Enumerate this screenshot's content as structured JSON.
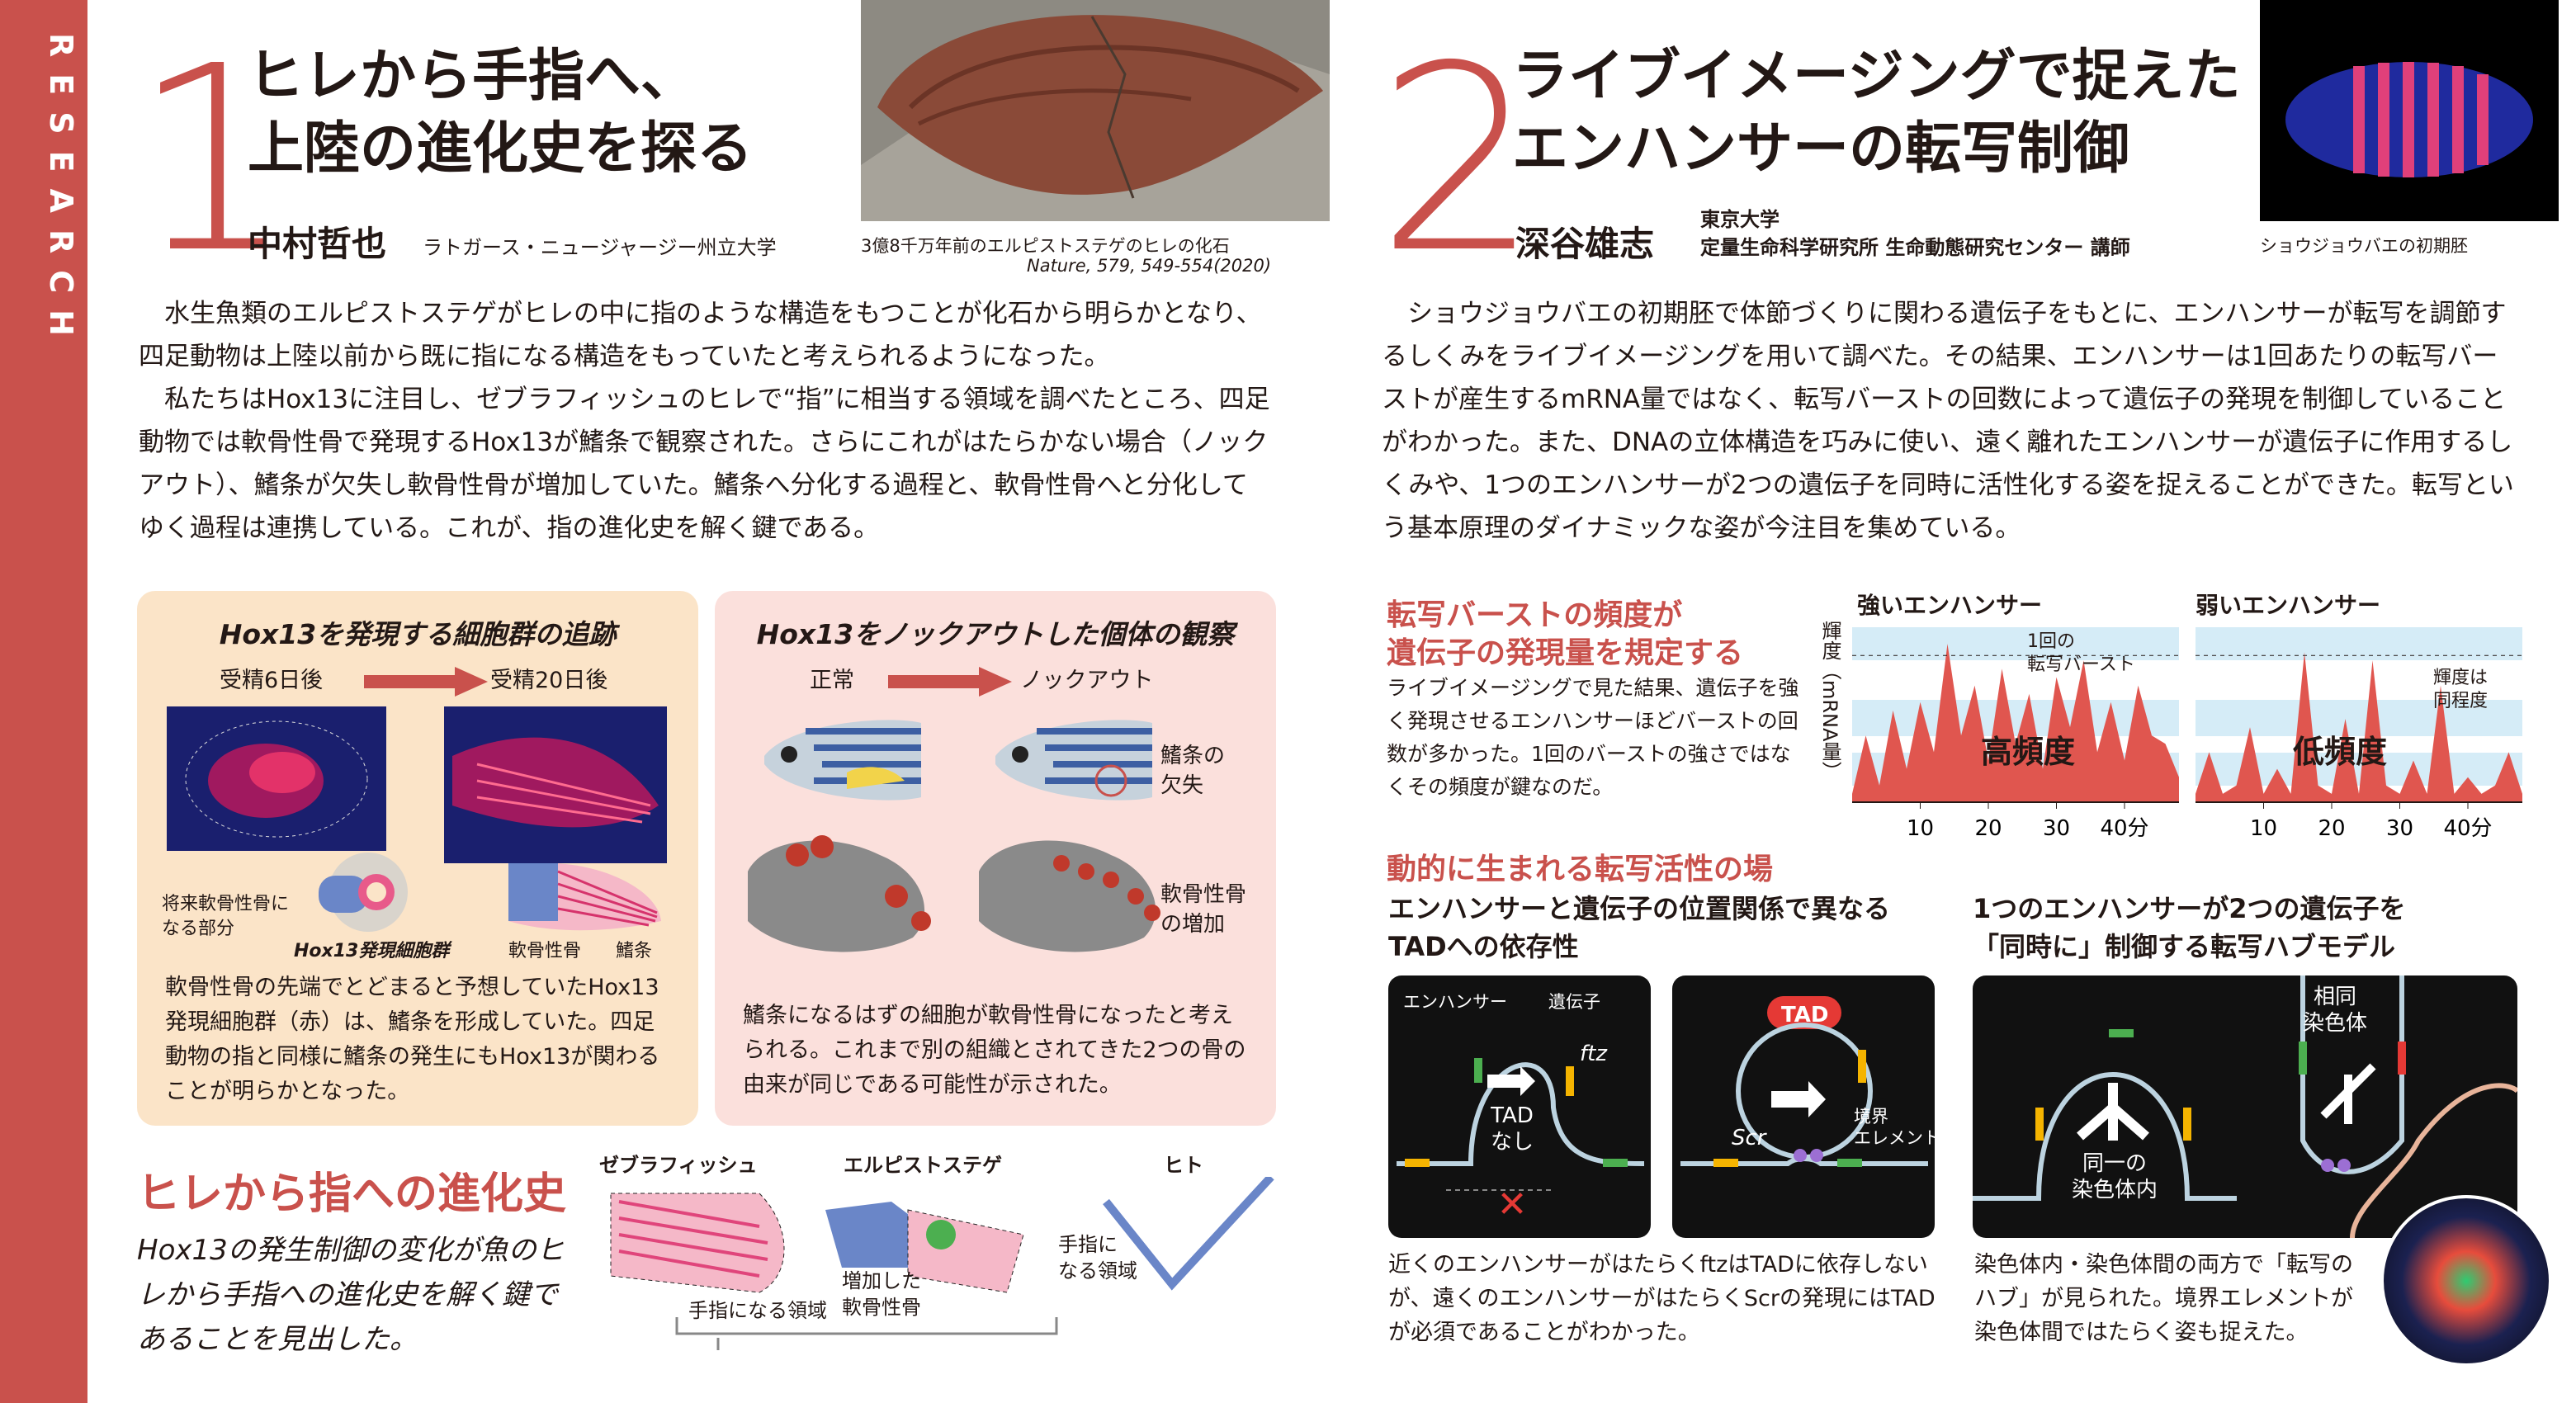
{
  "sidebar": {
    "label": "RESEARCH"
  },
  "article1": {
    "number": "1",
    "title_line1": "ヒレから手指へ、",
    "title_line2": "上陸の進化史を探る",
    "author": "中村哲也",
    "affiliation": "ラトガース・ニュージャージー州立大学",
    "photo_caption_line1": "3億8千万年前のエルピストステゲのヒレの化石",
    "photo_caption_line2": "Nature, 579, 549-554(2020)",
    "body_p1": "水生魚類のエルピストステゲがヒレの中に指のような構造をもつことが化石から明らかとなり、四足動物は上陸以前から既に指になる構造をもっていたと考えられるようになった。",
    "body_p2": "私たちはHox13に注目し、ゼブラフィッシュのヒレで“指”に相当する領域を調べたところ、四足動物では軟骨性骨で発現するHox13が鰭条で観察された。さらにこれがはたらかない場合（ノックアウト）、鰭条が欠失し軟骨性骨が増加していた。鰭条へ分化する過程と、軟骨性骨へと分化してゆく過程は連携している。これが、指の進化史を解く鍵である。",
    "panelA": {
      "title": "Hox13を発現する細胞群の追跡",
      "stage1": "受精6日後",
      "stage2": "受精20日後",
      "label_future": "将来軟骨性骨に\nなる部分",
      "label_cells": "Hox13発現細胞群",
      "label_cartilage": "軟骨性骨",
      "label_finray": "鰭条",
      "caption": "軟骨性骨の先端でとどまると予想していたHox13発現細胞群（赤）は、鰭条を形成していた。四足動物の指と同様に鰭条の発生にもHox13が関わることが明らかとなった。"
    },
    "panelB": {
      "title": "Hox13をノックアウトした個体の観察",
      "normal": "正常",
      "knockout": "ノックアウト",
      "label_missing": "鰭条の\n欠失",
      "label_increase": "軟骨性骨\nの増加",
      "caption": "鰭条になるはずの細胞が軟骨性骨になったと考えられる。これまで別の組織とされてきた2つの骨の由来が同じである可能性が示された。"
    },
    "evolution": {
      "heading": "ヒレから指への進化史",
      "text": "Hox13の発生制御の変化が魚のヒレから手指への進化史を解く鍵であることを見出した。",
      "zebrafish": "ゼブラフィッシュ",
      "elpistostege": "エルピストステゲ",
      "human": "ヒト",
      "label_finger_region": "手指になる領域",
      "label_finger_region2": "手指に\nなる領域",
      "label_increased": "増加した\n軟骨性骨"
    }
  },
  "article2": {
    "number": "2",
    "title_line1": "ライブイメージングで捉えた",
    "title_line2": "エンハンサーの転写制御",
    "author": "深谷雄志",
    "affil_line1": "東京大学",
    "affil_line2": "定量生命科学研究所 生命動態研究センター 講師",
    "photo_caption": "ショウジョウバエの初期胚",
    "body": "ショウジョウバエの初期胚で体節づくりに関わる遺伝子をもとに、エンハンサーが転写を調節するしくみをライブイメージングを用いて調べた。その結果、エンハンサーは1回あたりの転写バーストが産生するmRNA量ではなく、転写バーストの回数によって遺伝子の発現を制御していることがわかった。また、DNAの立体構造を巧みに使い、遠く離れたエンハンサーが遺伝子に作用するしくみや、1つのエンハンサーが2つの遺伝子を同時に活性化する姿を捉えることができた。転写という基本原理のダイナミックな姿が今注目を集めている。",
    "section1": {
      "heading_line1": "転写バーストの頻度が",
      "heading_line2": "遺伝子の発現量を規定する",
      "text": "ライブイメージングで見た結果、遺伝子を強く発現させるエンハンサーほどバーストの回数が多かった。1回のバーストの強さではなくその頻度が鍵なのだ。"
    },
    "section2": {
      "heading": "動的に生まれる転写活性の場",
      "sub1_line1": "エンハンサーと遺伝子の位置関係で異なる",
      "sub1_line2": "TADへの依存性",
      "sub2_line1": "1つのエンハンサーが2つの遺伝子を",
      "sub2_line2": "「同時に」制御する転写ハブモデル",
      "lbl_enhancer": "エンハンサー",
      "lbl_gene": "遺伝子",
      "lbl_ftz": "ftz",
      "lbl_tad_none": "TAD\nなし",
      "lbl_tad": "TAD",
      "lbl_scr": "Scr",
      "lbl_boundary": "境界\nエレメント",
      "lbl_same": "同一の\n染色体内",
      "lbl_homolog": "相同\n染色体",
      "caption1": "近くのエンハンサーがはたらくftzはTADに依存しないが、遠くのエンハンサーがはたらくScrの発現にはTADが必須であることがわかった。",
      "caption2": "染色体内・染色体間の両方で「転写のハブ」が見られた。境界エレメントが染色体間ではたらく姿も捉えた。"
    }
  },
  "chart_data": [
    {
      "type": "area",
      "title": "強いエンハンサー",
      "ylabel": "輝度（mRNA量）",
      "x_ticks": [
        "10",
        "20",
        "30",
        "40分"
      ],
      "xlim": [
        0,
        48
      ],
      "annotations": [
        "1回の\n転写バースト",
        "高頻度"
      ],
      "x": [
        0,
        2,
        4,
        6,
        8,
        10,
        12,
        14,
        16,
        18,
        20,
        22,
        24,
        26,
        28,
        30,
        32,
        34,
        36,
        38,
        40,
        42,
        44,
        46,
        48
      ],
      "values": [
        5,
        40,
        10,
        55,
        20,
        60,
        30,
        95,
        40,
        70,
        25,
        80,
        35,
        65,
        20,
        75,
        45,
        85,
        30,
        60,
        25,
        70,
        40,
        35,
        15
      ]
    },
    {
      "type": "area",
      "title": "弱いエンハンサー",
      "x_ticks": [
        "10",
        "20",
        "30",
        "40分"
      ],
      "xlim": [
        0,
        48
      ],
      "annotations": [
        "輝度は\n同程度",
        "低頻度"
      ],
      "x": [
        0,
        2,
        4,
        6,
        8,
        10,
        12,
        14,
        16,
        18,
        20,
        22,
        24,
        26,
        28,
        30,
        32,
        34,
        36,
        38,
        40,
        42,
        44,
        46,
        48
      ],
      "values": [
        5,
        30,
        5,
        10,
        45,
        5,
        20,
        5,
        90,
        10,
        5,
        50,
        5,
        85,
        10,
        5,
        25,
        5,
        70,
        5,
        15,
        5,
        10,
        30,
        5
      ]
    }
  ]
}
